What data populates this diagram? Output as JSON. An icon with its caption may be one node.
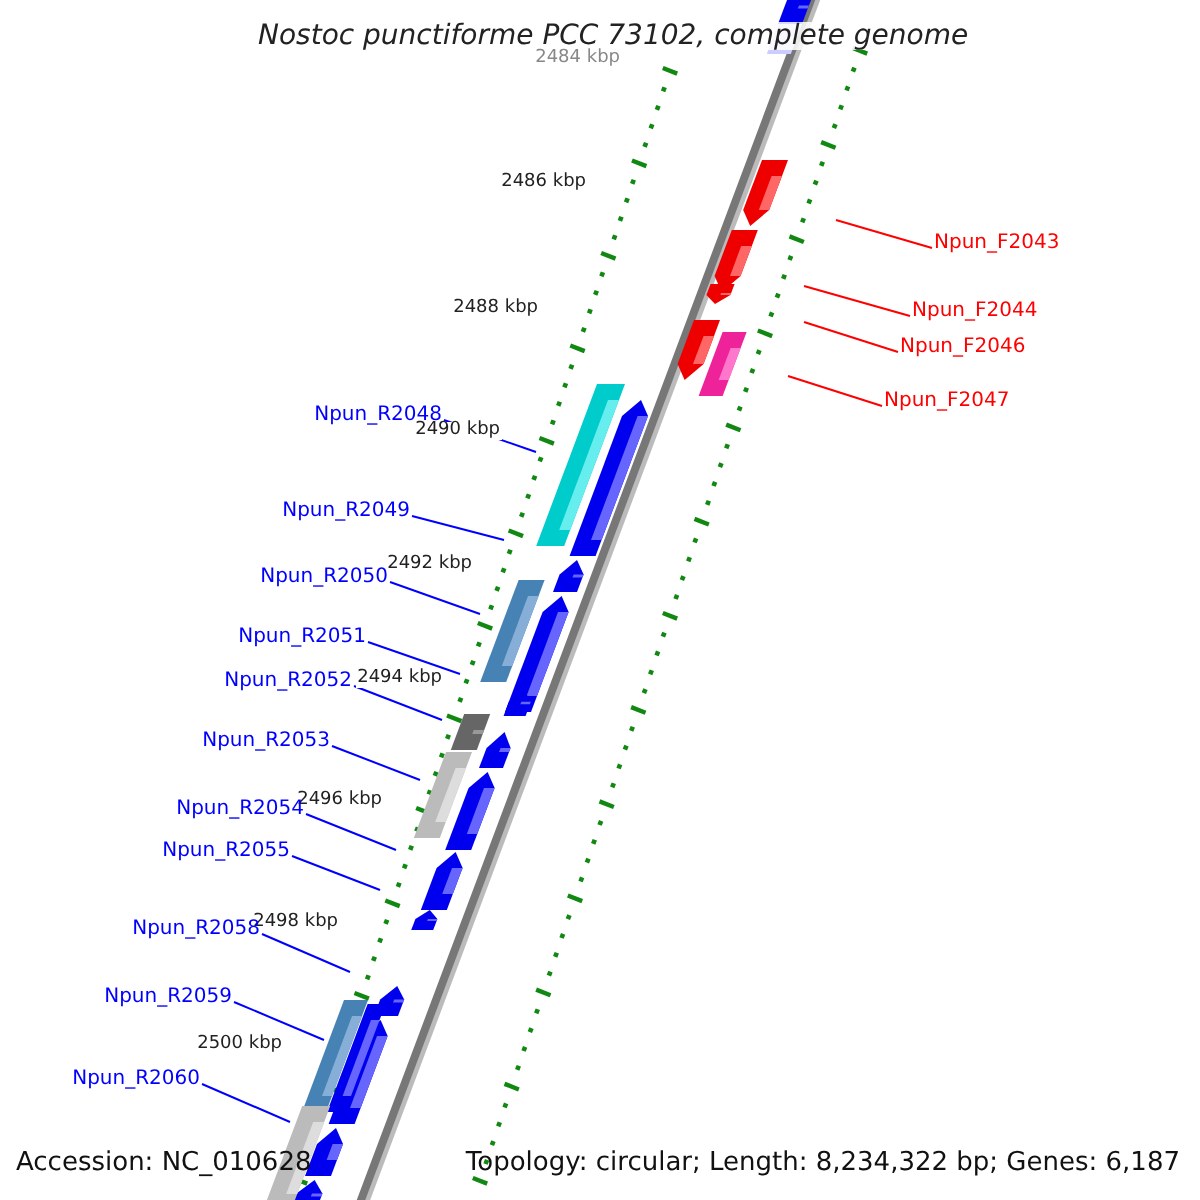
{
  "diagram": {
    "title": "Nostoc punctiforme PCC 73102, complete genome",
    "nodes": [
      {
        "text": [
          "Npun_F2043"
        ]
      },
      {
        "text": [
          "Npun_F2044"
        ]
      },
      {
        "text": [
          "Npun_F2046"
        ]
      },
      {
        "text": [
          "Npun_F2047"
        ]
      },
      {
        "text": [
          "Npun_R2048"
        ]
      },
      {
        "text": [
          "Npun_R2049"
        ]
      },
      {
        "text": [
          "Npun_R2050"
        ]
      },
      {
        "text": [
          "Npun_R2051"
        ]
      },
      {
        "text": [
          "Npun_R2052"
        ]
      },
      {
        "text": [
          "Npun_R2053"
        ]
      },
      {
        "text": [
          "Npun_R2054"
        ]
      },
      {
        "text": [
          "Npun_R2055"
        ]
      },
      {
        "text": [
          "Npun_R2058"
        ]
      },
      {
        "text": [
          "Npun_R2059"
        ]
      },
      {
        "text": [
          "Npun_R2060"
        ]
      }
    ],
    "edges": [
      {
        "from": 0,
        "to": null,
        "arrow": "none",
        "color": "#ff0000"
      },
      {
        "from": 1,
        "to": null,
        "arrow": "none",
        "color": "#ff0000"
      },
      {
        "from": 2,
        "to": null,
        "arrow": "none",
        "color": "#ff0000"
      },
      {
        "from": 3,
        "to": null,
        "arrow": "none",
        "color": "#ff0000"
      },
      {
        "from": 4,
        "to": null,
        "arrow": "none"
      },
      {
        "from": 5,
        "to": null,
        "arrow": "none"
      },
      {
        "from": 6,
        "to": null,
        "arrow": "none"
      },
      {
        "from": 7,
        "to": null,
        "arrow": "none"
      },
      {
        "from": 8,
        "to": null,
        "arrow": "none"
      },
      {
        "from": 9,
        "to": null,
        "arrow": "none"
      },
      {
        "from": 10,
        "to": null,
        "arrow": "none"
      },
      {
        "from": 11,
        "to": null,
        "arrow": "none"
      },
      {
        "from": 12,
        "to": null,
        "arrow": "none"
      },
      {
        "from": 13,
        "to": null,
        "arrow": "none"
      },
      {
        "from": 14,
        "to": null,
        "arrow": "none"
      }
    ],
    "labels": [
      "2484 kbp",
      "2486 kbp",
      "2488 kbp",
      "2490 kbp",
      "2492 kbp",
      "2494 kbp",
      "2496 kbp",
      "2498 kbp",
      "2500 kbp",
      "Accession: NC_010628",
      "Topology: circular; Length: 8,234,322 bp; Genes: 6,187"
    ]
  }
}
